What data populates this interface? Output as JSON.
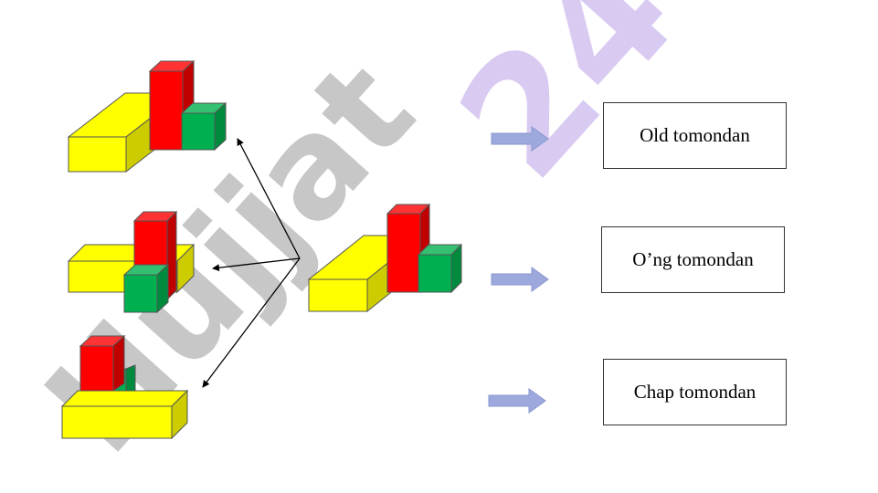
{
  "watermark": {
    "part1": "Hujjat",
    "part2": "24",
    "color_gray": "#bdbdbd",
    "color_purple": "#ccb8ee"
  },
  "colors": {
    "yellow": "#ffff00",
    "red": "#ff0000",
    "green": "#00b050",
    "arrow_fill": "#9da9dc",
    "box_border": "#333333"
  },
  "labels": [
    {
      "id": "top",
      "text": "Old tomondan"
    },
    {
      "id": "right",
      "text": "O’ng tomondan"
    },
    {
      "id": "left",
      "text": "Chap tomondan"
    }
  ]
}
